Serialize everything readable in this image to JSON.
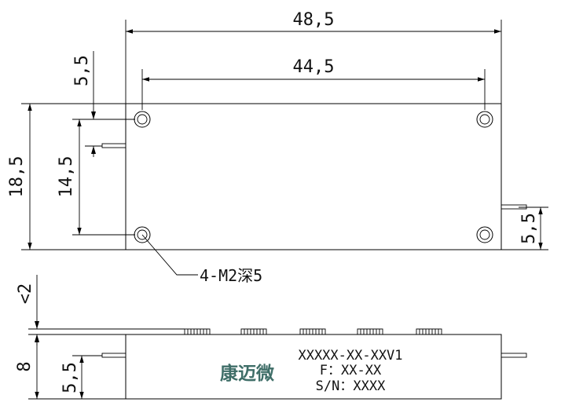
{
  "dimensions": {
    "overall_width": "48,5",
    "hole_spacing_x": "44,5",
    "hole_offset_top": "5,5",
    "overall_height": "18,5",
    "hole_spacing_y": "14,5",
    "pin_offset_right": "5,5",
    "lid_height": "<2",
    "body_height": "8",
    "pin_height": "5,5"
  },
  "callout": {
    "holes": "4-M2深5"
  },
  "label": {
    "brand": "康迈微",
    "model": "XXXXX-XX-XXV1",
    "freq": "F：XX-XX",
    "serial": "S/N：XXXX"
  },
  "colors": {
    "line": "#000000",
    "brand": "#3f6e68",
    "background": "#ffffff"
  }
}
